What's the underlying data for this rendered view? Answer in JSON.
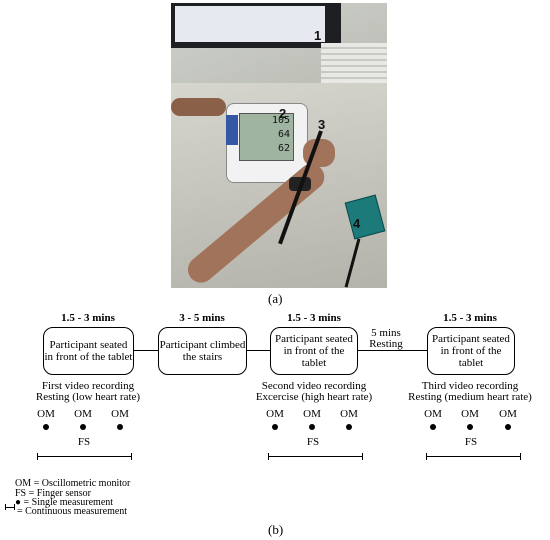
{
  "photo": {
    "labels": [
      "1",
      "2",
      "3",
      "4"
    ],
    "display": {
      "line1": "105",
      "line2": "64",
      "line3": "62"
    }
  },
  "captions": {
    "a": "(a)",
    "b": "(b)"
  },
  "timeline": {
    "stages": [
      {
        "duration": "1.5 - 3 mins",
        "text": "Participant seated in front of the tablet",
        "recording": "First video recording",
        "condition": "Resting (low heart rate)"
      },
      {
        "duration": "3 - 5 mins",
        "text": "Participant climbed the stairs"
      },
      {
        "duration": "1.5 - 3 mins",
        "text": "Participant seated in front of the tablet",
        "recording": "Second video recording",
        "condition": "Excercise (high heart rate)"
      },
      {
        "duration": "1.5 - 3 mins",
        "text": "Participant seated in front of the tablet",
        "recording": "Third video recording",
        "condition": "Resting (medium heart rate)"
      }
    ],
    "rest": {
      "line1": "5 mins",
      "line2": "Resting"
    },
    "om": "OM",
    "fs": "FS"
  },
  "legend": {
    "om": "OM = Oscillometric monitor",
    "fs": "FS = Finger sensor",
    "single": "● = Single measurement",
    "continuous": "= Continuous measurement"
  }
}
